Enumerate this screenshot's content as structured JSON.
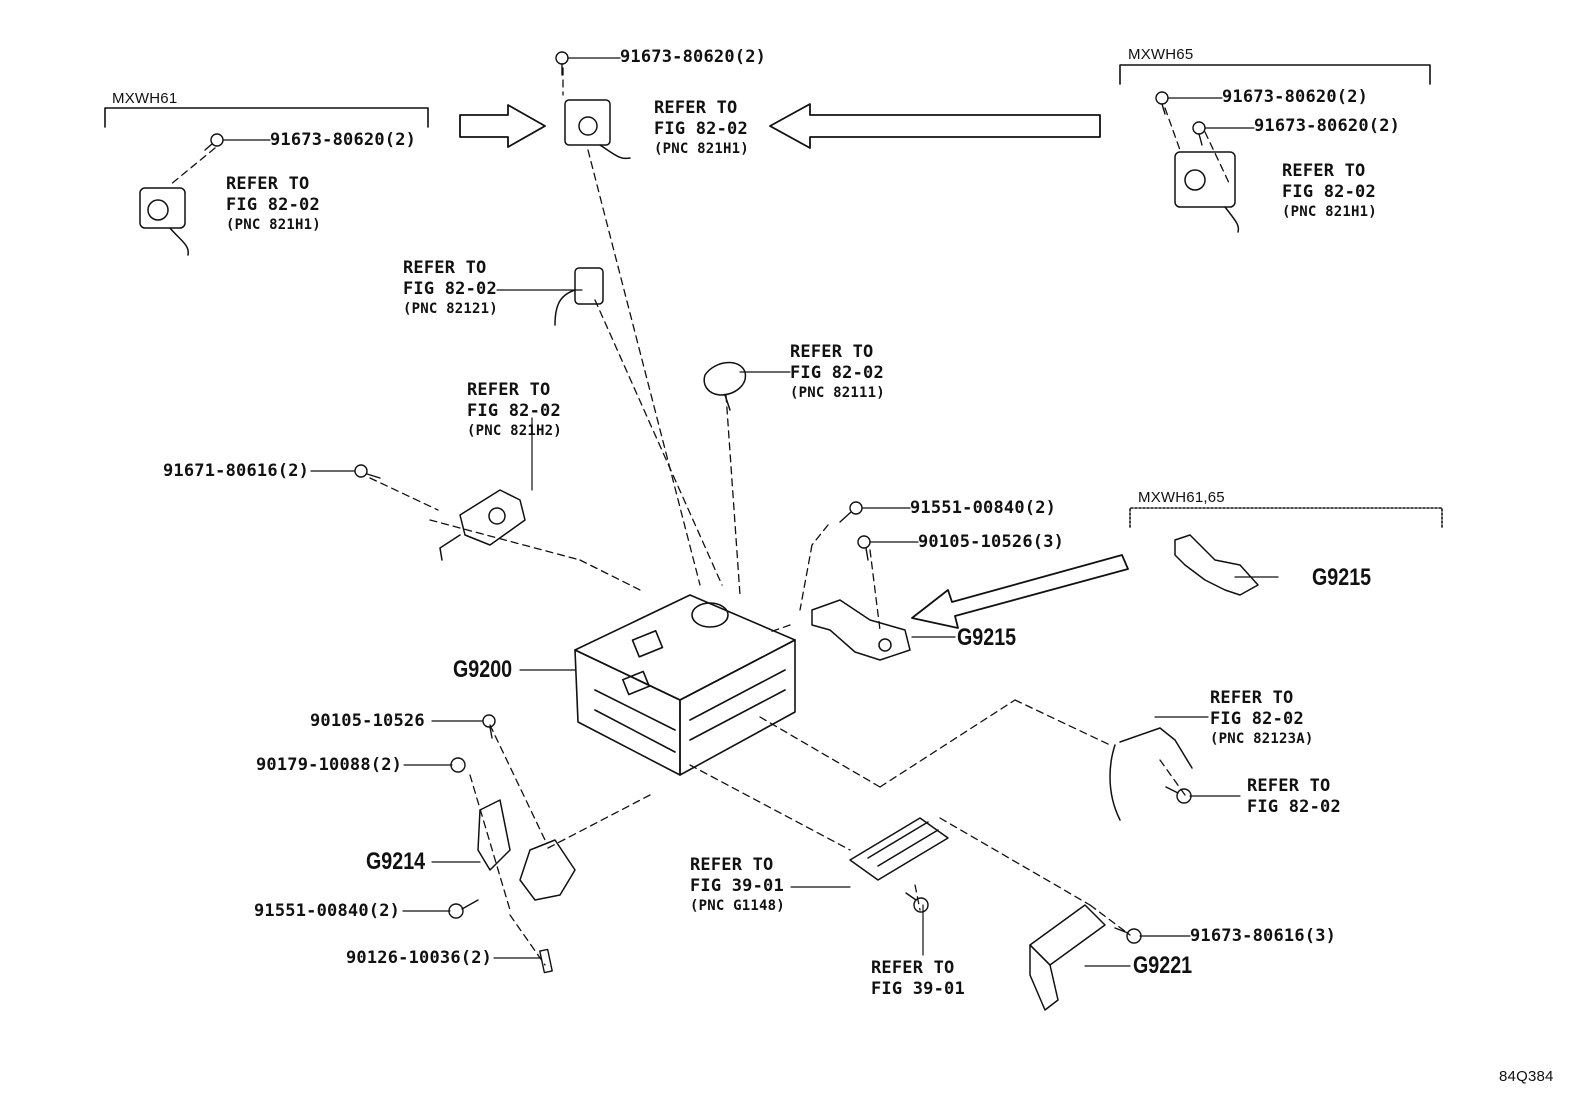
{
  "figure_id": "84Q384",
  "variant_labels": {
    "mxwh61": "MXWH61",
    "mxwh65": "MXWH65",
    "mxwh61_65": "MXWH61,65"
  },
  "parts": {
    "bolt_top": "91673-80620(2)",
    "bolt_left_variant": "91673-80620(2)",
    "bolt_right_variant_a": "91673-80620(2)",
    "bolt_right_variant_b": "91673-80620(2)",
    "bolt_91671": "91671-80616(2)",
    "bolt_91551_upper": "91551-00840(2)",
    "bolt_90105_upper": "90105-10526(3)",
    "bolt_90105_lower": "90105-10526",
    "washer_90179": "90179-10088(2)",
    "bolt_91551_lower": "91551-00840(2)",
    "stud_90126": "90126-10036(2)",
    "bolt_91673_lower": "91673-80616(3)",
    "g9200": "G9200",
    "g9214": "G9214",
    "g9215_main": "G9215",
    "g9215_variant": "G9215",
    "g9221": "G9221"
  },
  "references": {
    "top_center": {
      "line1": "REFER TO",
      "line2": "FIG 82-02",
      "line3": "(PNC 821H1)"
    },
    "left_variant": {
      "line1": "REFER TO",
      "line2": "FIG 82-02",
      "line3": "(PNC 821H1)"
    },
    "right_variant": {
      "line1": "REFER TO",
      "line2": "FIG 82-02",
      "line3": "(PNC 821H1)"
    },
    "pnc_82121": {
      "line1": "REFER TO",
      "line2": "FIG 82-02",
      "line3": "(PNC 82121)"
    },
    "pnc_82111": {
      "line1": "REFER TO",
      "line2": "FIG 82-02",
      "line3": "(PNC 82111)"
    },
    "pnc_821h2": {
      "line1": "REFER TO",
      "line2": "FIG 82-02",
      "line3": "(PNC 821H2)"
    },
    "pnc_82123a": {
      "line1": "REFER TO",
      "line2": "FIG 82-02",
      "line3": "(PNC 82123A)"
    },
    "fig_82_02_bolt": {
      "line1": "REFER TO",
      "line2": "FIG 82-02"
    },
    "pnc_g1148": {
      "line1": "REFER TO",
      "line2": "FIG 39-01",
      "line3": "(PNC G1148)"
    },
    "fig_39_01_bolt": {
      "line1": "REFER TO",
      "line2": "FIG 39-01"
    }
  }
}
